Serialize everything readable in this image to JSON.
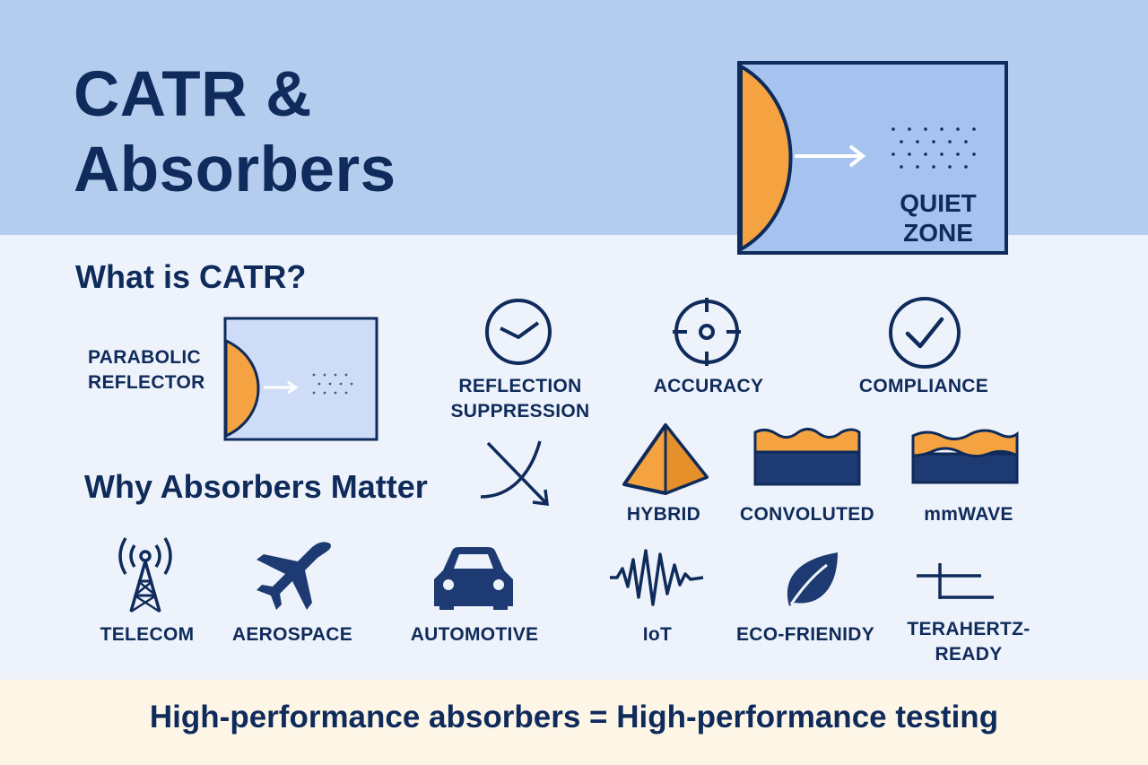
{
  "title_line1": "CATR &",
  "title_line2": "Absorbers",
  "hero": {
    "quiet_zone_line1": "QUIET",
    "quiet_zone_line2": "ZONE"
  },
  "section_what": "What is CATR?",
  "reflector": {
    "line1": "PARABOLIC",
    "line2": "REFLECTOR"
  },
  "benefits": [
    {
      "line1": "REFLECTION",
      "line2": "SUPPRESSION",
      "icon": "clock-icon"
    },
    {
      "line1": "ACCURACY",
      "icon": "target-icon"
    },
    {
      "line1": "COMPLIANCE",
      "icon": "checkmark-icon"
    }
  ],
  "section_why": "Why Absorbers Matter",
  "absorber_types": [
    {
      "label": "HYBRID",
      "icon": "pyramid-absorber-icon"
    },
    {
      "label": "CONVOLUTED",
      "icon": "convoluted-absorber-icon"
    },
    {
      "label": "mmWAVE",
      "icon": "mmwave-absorber-icon"
    }
  ],
  "industries": [
    {
      "label": "TELECOM",
      "icon": "antenna-tower-icon"
    },
    {
      "label": "AEROSPACE",
      "icon": "airplane-icon"
    },
    {
      "label": "AUTOMOTIVE",
      "icon": "car-icon"
    },
    {
      "label": "IoT",
      "icon": "waveform-icon"
    },
    {
      "label": "ECO-FRIENIDY",
      "icon": "leaf-icon"
    },
    {
      "line1": "TERAHERTZ-",
      "line2": "READY",
      "icon": "terahertz-icon"
    }
  ],
  "footer": "High-performance absorbers = High-performance testing",
  "colors": {
    "navy": "#0f2b5b",
    "orange": "#f5a340",
    "light_blue": "#b4cdee",
    "box_blue": "#a6c2ee",
    "cream": "#fdf6e7"
  }
}
